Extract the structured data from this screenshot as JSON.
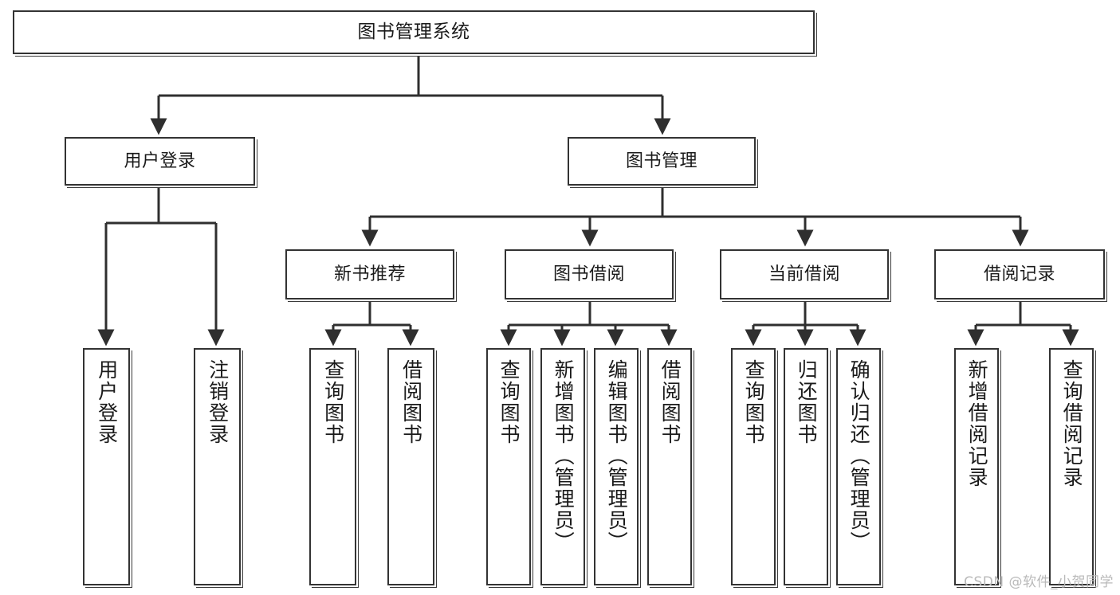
{
  "diagram": {
    "type": "tree-hierarchy",
    "title": "图书管理系统",
    "root": {
      "id": "root",
      "label": "图书管理系统"
    },
    "level1": [
      {
        "id": "user-login",
        "label": "用户登录"
      },
      {
        "id": "book-manage",
        "label": "图书管理"
      }
    ],
    "level2": [
      {
        "id": "new-book-rec",
        "label": "新书推荐",
        "parent": "book-manage"
      },
      {
        "id": "book-borrow",
        "label": "图书借阅",
        "parent": "book-manage"
      },
      {
        "id": "current-borrow",
        "label": "当前借阅",
        "parent": "book-manage"
      },
      {
        "id": "borrow-record",
        "label": "借阅记录",
        "parent": "book-manage"
      }
    ],
    "leaves": {
      "user-login": [
        {
          "id": "leaf-user-login",
          "label": "用户登录"
        },
        {
          "id": "leaf-logout",
          "label": "注销登录"
        }
      ],
      "new-book-rec": [
        {
          "id": "leaf-query-book-1",
          "label": "查询图书"
        },
        {
          "id": "leaf-borrow-book-1",
          "label": "借阅图书"
        }
      ],
      "book-borrow": [
        {
          "id": "leaf-query-book-2",
          "label": "查询图书"
        },
        {
          "id": "leaf-add-book",
          "label": "新增图书（管理员）"
        },
        {
          "id": "leaf-edit-book",
          "label": "编辑图书（管理员）"
        },
        {
          "id": "leaf-borrow-book-2",
          "label": "借阅图书"
        }
      ],
      "current-borrow": [
        {
          "id": "leaf-query-book-3",
          "label": "查询图书"
        },
        {
          "id": "leaf-return-book",
          "label": "归还图书"
        },
        {
          "id": "leaf-confirm-return",
          "label": "确认归还（管理员）"
        }
      ],
      "borrow-record": [
        {
          "id": "leaf-add-record",
          "label": "新增借阅记录"
        },
        {
          "id": "leaf-query-record",
          "label": "查询借阅记录"
        }
      ]
    }
  },
  "watermark": {
    "text": "CSDN @软件_小贺同学"
  },
  "colors": {
    "background": "#ffffff",
    "box_border": "#333333",
    "box_fill": "#ffffff",
    "connector": "#2f2f2f",
    "text": "#1a1a1a",
    "watermark": "#b9b9b9"
  }
}
